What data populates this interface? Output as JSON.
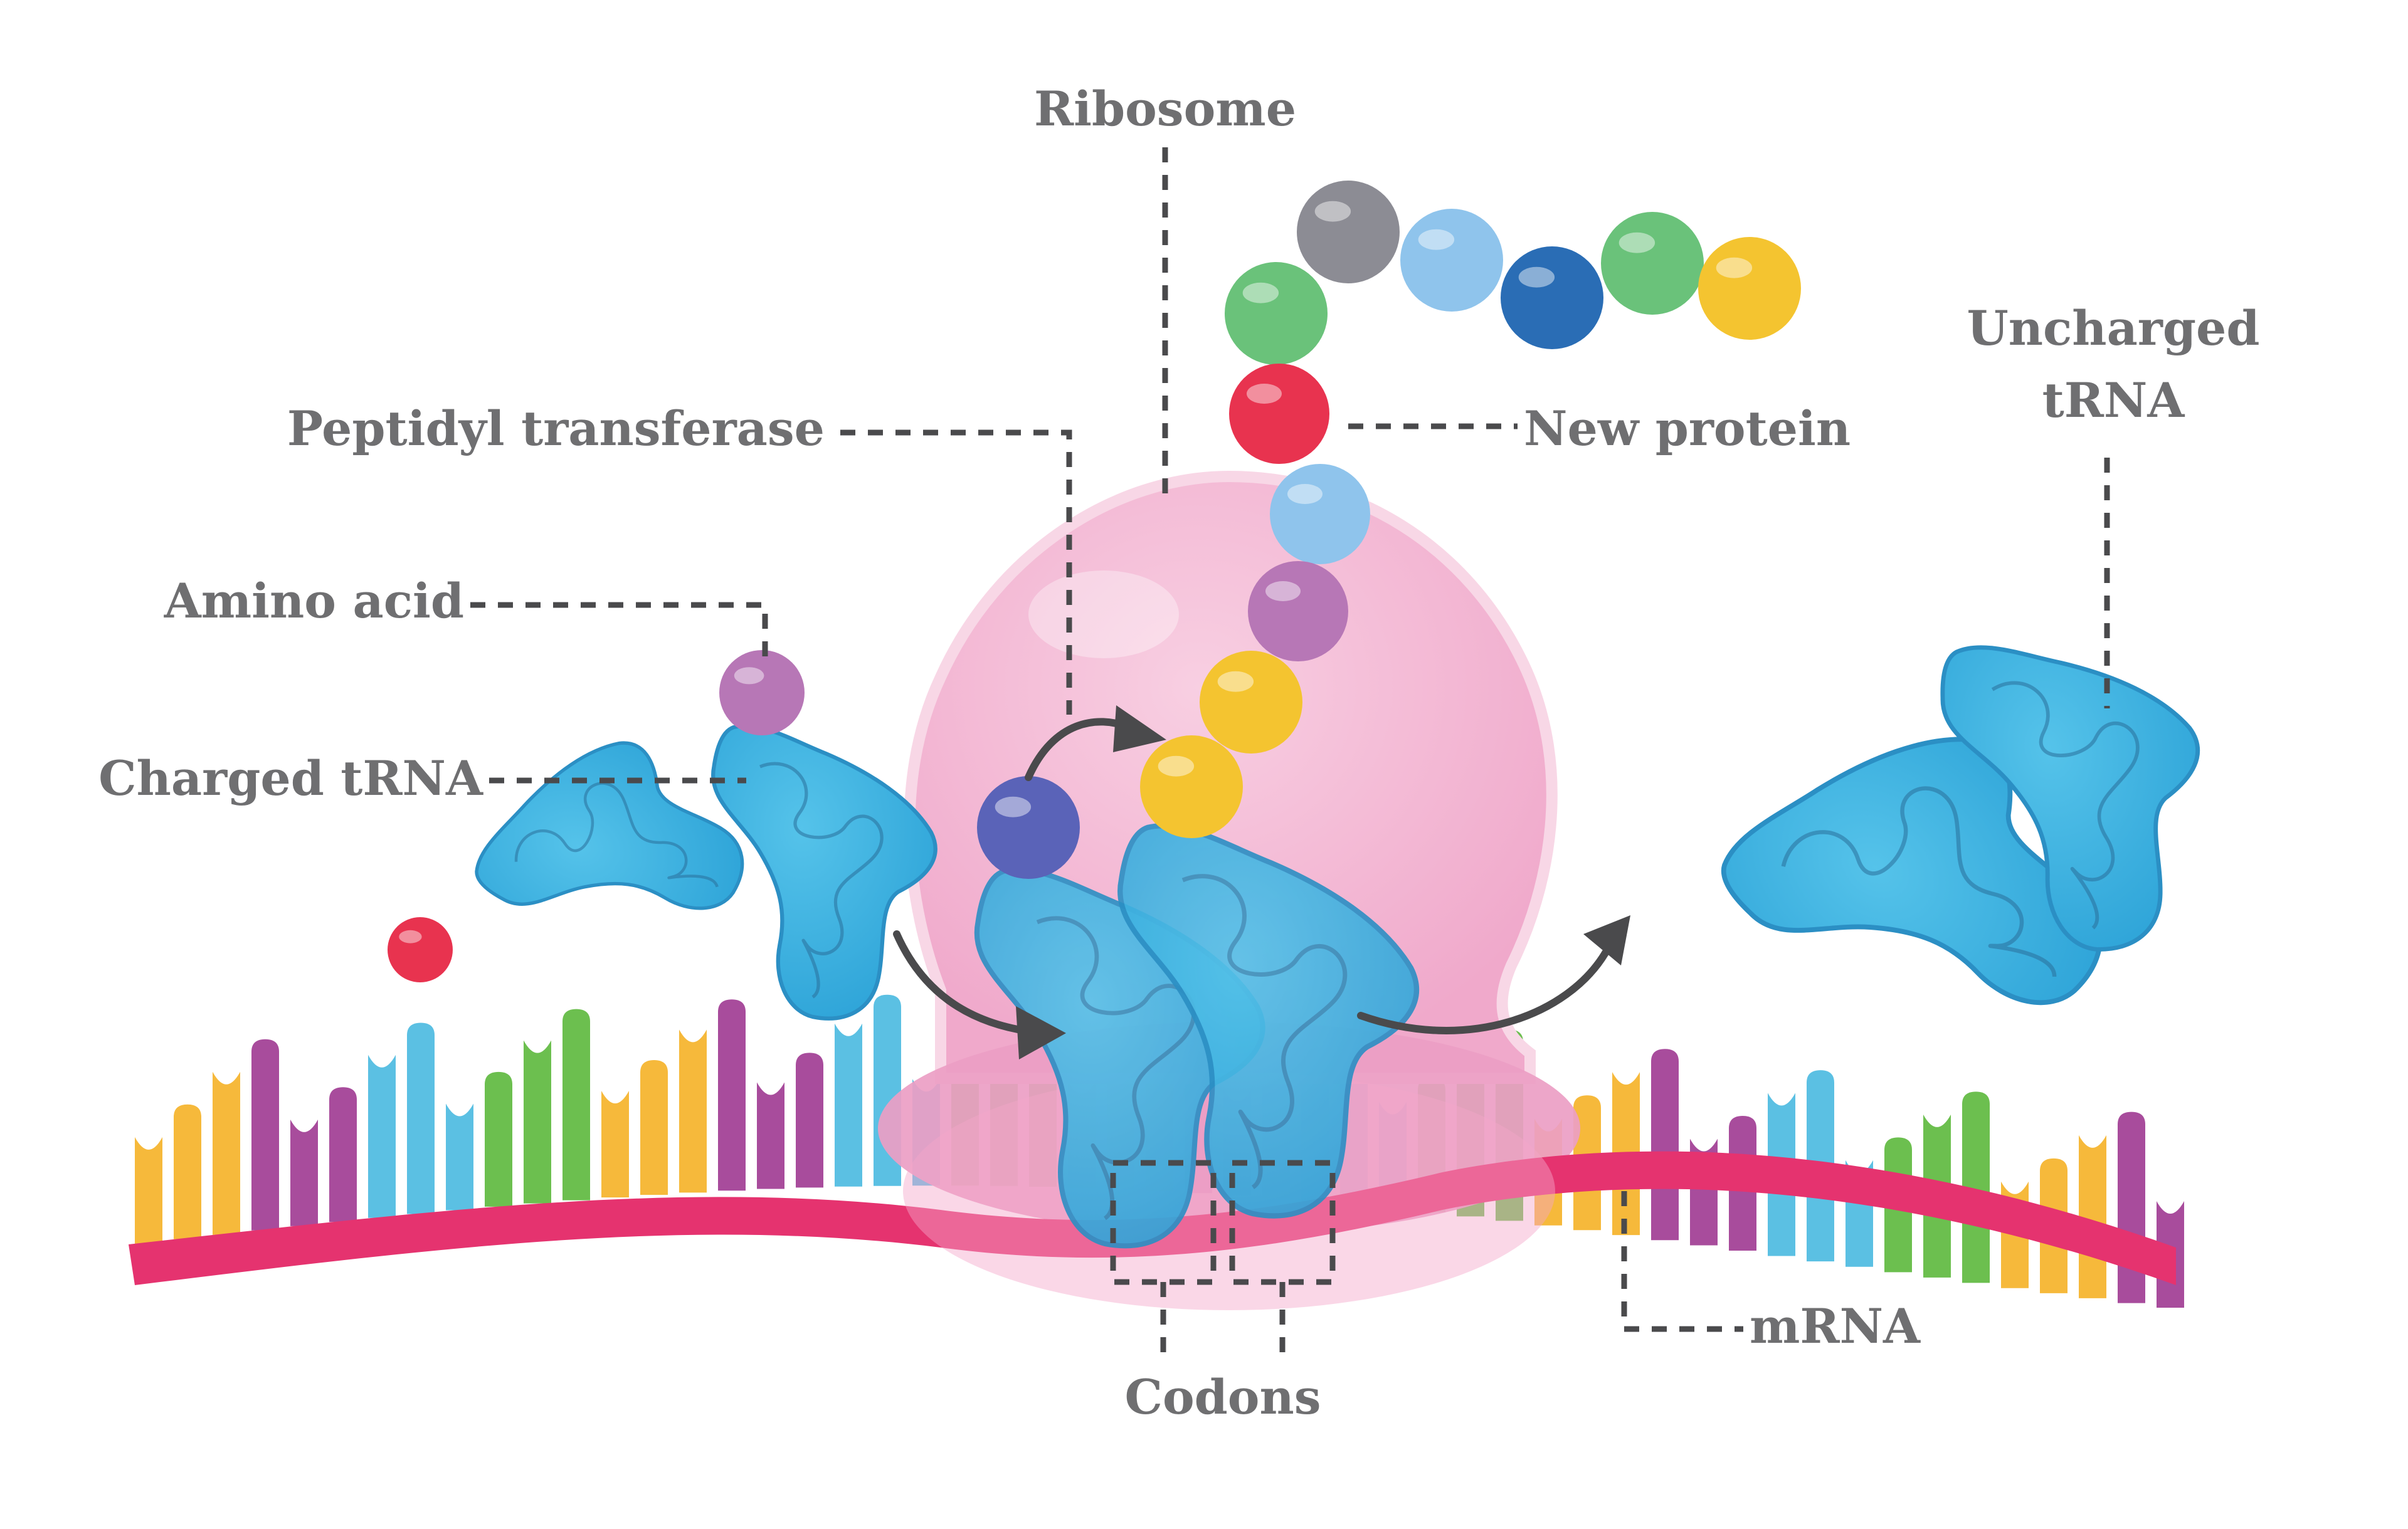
{
  "labels": {
    "ribosome": "Ribosome",
    "peptidyl_transferase": "Peptidyl transferase",
    "new_protein": "New protein",
    "amino_acid": "Amino acid",
    "charged_trna": "Charged tRNA",
    "uncharged_trna_line1": "Uncharged",
    "uncharged_trna_line2": "tRNA",
    "mrna": "mRNA",
    "codons": "Codons"
  },
  "colors": {
    "ribosome": "#f4b8d4",
    "ribosome_base": "#ec9ec4",
    "trna": "#3fb3e0",
    "trna_inside": "#5aa7cf",
    "mrna_backbone": "#e5336f",
    "label_text": "#6f6f71",
    "leader_line": "#4a4a4c",
    "amino_acids": {
      "gray": "#8c8c94",
      "light_blue": "#8fc4ec",
      "dark_blue": "#2a6db5",
      "green": "#6ac27a",
      "yellow": "#f4c430",
      "red": "#e8334f",
      "purple": "#b777b6",
      "indigo": "#5a63b8"
    },
    "nucleotides": [
      "#f6b93b",
      "#a84c9c",
      "#5bc0e3",
      "#6cbf4f"
    ]
  },
  "icons": {
    "ribosome": "ribosome-icon",
    "trna": "trna-icon",
    "amino_acid": "amino-acid-bead-icon",
    "mrna": "mrna-strand-icon"
  }
}
